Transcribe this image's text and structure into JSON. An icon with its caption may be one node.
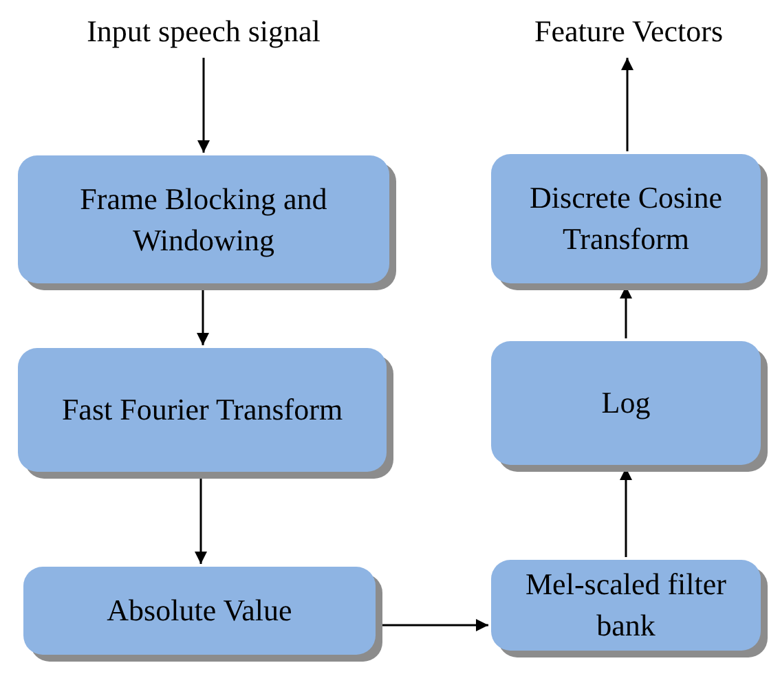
{
  "diagram": {
    "nodes": [
      {
        "text": [
          "Input speech signal"
        ]
      },
      {
        "text": [
          "Frame Blocking and Windowing"
        ]
      },
      {
        "text": [
          "Fast Fourier Transform"
        ]
      },
      {
        "text": [
          "Absolute Value"
        ]
      },
      {
        "text": [
          "Mel-scaled filter bank"
        ]
      },
      {
        "text": [
          "Log"
        ]
      },
      {
        "text": [
          "Discrete Cosine Transform"
        ]
      },
      {
        "text": [
          "Feature Vectors"
        ]
      }
    ],
    "edges": [
      {
        "from": 0,
        "to": 1,
        "arrow": "to"
      },
      {
        "from": 1,
        "to": 2,
        "arrow": "to"
      },
      {
        "from": 2,
        "to": 3,
        "arrow": "to"
      },
      {
        "from": 3,
        "to": 4,
        "arrow": "to"
      },
      {
        "from": 4,
        "to": 5,
        "arrow": "to"
      },
      {
        "from": 5,
        "to": 6,
        "arrow": "to"
      },
      {
        "from": 6,
        "to": 7,
        "arrow": "to"
      }
    ]
  }
}
